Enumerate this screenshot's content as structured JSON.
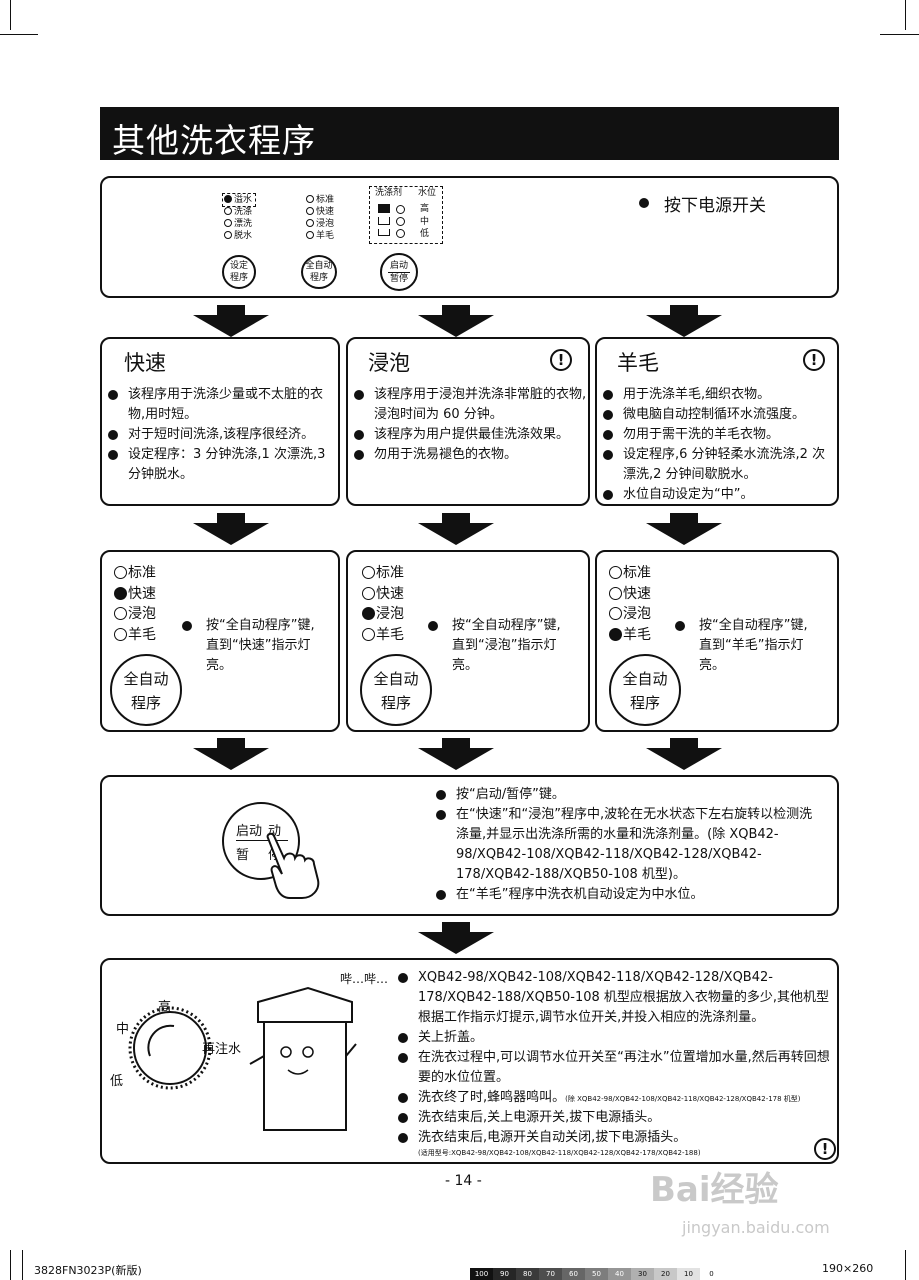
{
  "page": {
    "title": "其他洗衣程序",
    "page_number": "- 14 -",
    "footer_left": "3828FN3023P(新版)",
    "footer_right": "190×260",
    "color_scale": [
      "100",
      "90",
      "80",
      "70",
      "60",
      "50",
      "40",
      "30",
      "20",
      "10",
      "0"
    ],
    "watermark_brand": "Bai经验",
    "watermark_url": "jingyan.baidu.com"
  },
  "panel": {
    "left_options": [
      "溢水",
      "洗涤",
      "漂洗",
      "脱水"
    ],
    "mid_options": [
      "标准",
      "快速",
      "浸泡",
      "羊毛"
    ],
    "detergent_label": "洗涤剂",
    "level_label": "水位",
    "levels": [
      "高",
      "中",
      "低"
    ],
    "btn_set": [
      "设定",
      "程序"
    ],
    "btn_auto": [
      "全自动",
      "程序"
    ],
    "btn_start": [
      "启动",
      "暂停"
    ],
    "step": "按下电源开关"
  },
  "programs": [
    {
      "name": "快速",
      "has_alert": false,
      "bullets": [
        "该程序用于洗涤少量或不太脏的衣物,用时短。",
        "对于短时间洗涤,该程序很经济。",
        "设定程序：3 分钟洗涤,1 次漂洗,3 分钟脱水。"
      ],
      "selected": 1,
      "press": "按“全自动程序”键,直到“快速”指示灯亮。"
    },
    {
      "name": "浸泡",
      "has_alert": true,
      "bullets": [
        "该程序用于浸泡并洗涤非常脏的衣物,浸泡时间为 60 分钟。",
        "该程序为用户提供最佳洗涤效果。",
        "勿用于洗易褪色的衣物。"
      ],
      "selected": 2,
      "press": "按“全自动程序”键,直到“浸泡”指示灯亮。"
    },
    {
      "name": "羊毛",
      "has_alert": true,
      "bullets": [
        "用于洗涤羊毛,细织衣物。",
        "微电脑自动控制循环水流强度。",
        "勿用于需干洗的羊毛衣物。",
        "设定程序,6 分钟轻柔水流洗涤,2 次漂洗,2 分钟间歇脱水。",
        "水位自动设定为“中”。"
      ],
      "selected": 3,
      "press": "按“全自动程序”键,直到“羊毛”指示灯亮。"
    }
  ],
  "program_options": [
    "标准",
    "快速",
    "浸泡",
    "羊毛"
  ],
  "auto_btn": [
    "全自动",
    "程序"
  ],
  "start_step": {
    "btn": [
      "启动",
      "动",
      "暂",
      "停"
    ],
    "bullets": [
      "按“启动/暂停”键。",
      "在“快速”和“浸泡”程序中,波轮在无水状态下左右旋转以检测洗涤量,并显示出洗涤所需的水量和洗涤剂量。(除 XQB42-98/XQB42-108/XQB42-118/XQB42-128/XQB42-178/XQB42-188/XQB50-108 机型)。",
      "在“羊毛”程序中洗衣机自动设定为中水位。"
    ]
  },
  "final_step": {
    "dial": {
      "high": "高",
      "mid": "中",
      "low": "低",
      "refill": "再注水"
    },
    "beep": "哔…哔…",
    "bullets": [
      "XQB42-98/XQB42-108/XQB42-118/XQB42-128/XQB42-178/XQB42-188/XQB50-108 机型应根据放入衣物量的多少,其他机型根据工作指示灯提示,调节水位开关,并投入相应的洗涤剂量。",
      "关上折盖。",
      "在洗衣过程中,可以调节水位开关至“再注水”位置增加水量,然后再转回想要的水位位置。",
      "洗衣终了时,蜂鸣器鸣叫。",
      "洗衣结束后,关上电源开关,拔下电源插头。",
      "洗衣结束后,电源开关自动关闭,拔下电源插头。"
    ],
    "note_beep": "(除 XQB42-98/XQB42-108/XQB42-118/XQB42-128/XQB42-178 机型)",
    "note_models": "(适用型号:XQB42-98/XQB42-108/XQB42-118/XQB42-128/XQB42-178/XQB42-188)"
  }
}
